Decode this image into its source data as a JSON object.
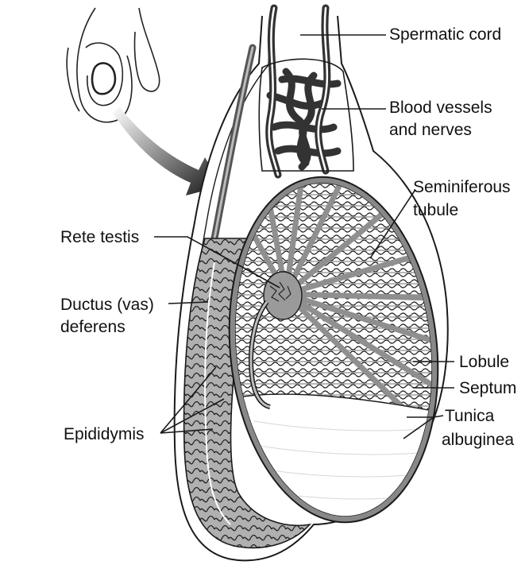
{
  "labels": {
    "spermatic_cord": "Spermatic cord",
    "blood_vessels_1": "Blood vessels",
    "blood_vessels_2": "and nerves",
    "seminiferous_1": "Seminiferous",
    "seminiferous_2": "tubule",
    "rete_testis": "Rete testis",
    "ductus_1": "Ductus (vas)",
    "ductus_2": "deferens",
    "lobule": "Lobule",
    "septum": "Septum",
    "tunica_1": "Tunica",
    "tunica_2": "albuginea",
    "epididymis": "Epididymis"
  },
  "colors": {
    "ink": "#1a1a1a",
    "tissue": "#a9a9a9",
    "tissue_light": "#c8c8c8",
    "vessel": "#3a3a3a",
    "background": "#ffffff"
  }
}
